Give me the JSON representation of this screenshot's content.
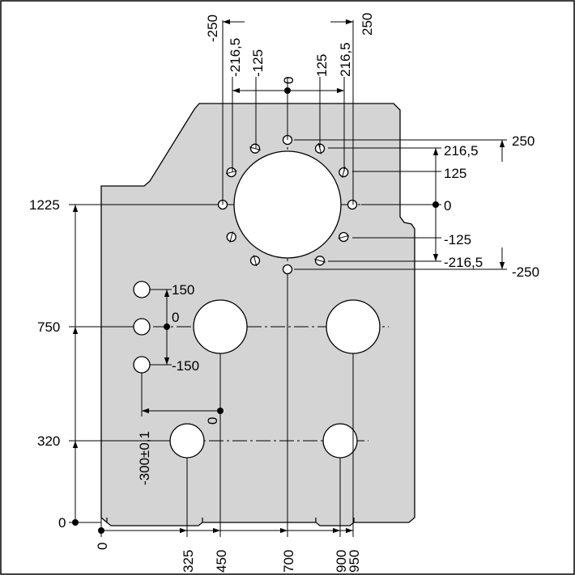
{
  "drawing": {
    "colors": {
      "plate_fill": "#d4d4d4",
      "line": "#000000",
      "background": "#ffffff"
    },
    "icons": [
      "dimension-arrow-icon",
      "origin-dot-icon",
      "hole-symbol-icon"
    ],
    "bottom_labels": [
      "0",
      "325",
      "450",
      "700",
      "900",
      "950"
    ],
    "left_labels": [
      "0",
      "320",
      "750",
      "1225"
    ],
    "top_labels": [
      "-250",
      "-216,5",
      "-125",
      "0",
      "125",
      "216,5",
      "250"
    ],
    "right_labels": [
      "250",
      "216,5",
      "125",
      "0",
      "-125",
      "-216,5",
      "-250"
    ],
    "small_holes_labels": [
      "150",
      "0",
      "-150"
    ],
    "pitch_label": "-300±0,1",
    "pitch_zero_label": "0"
  }
}
